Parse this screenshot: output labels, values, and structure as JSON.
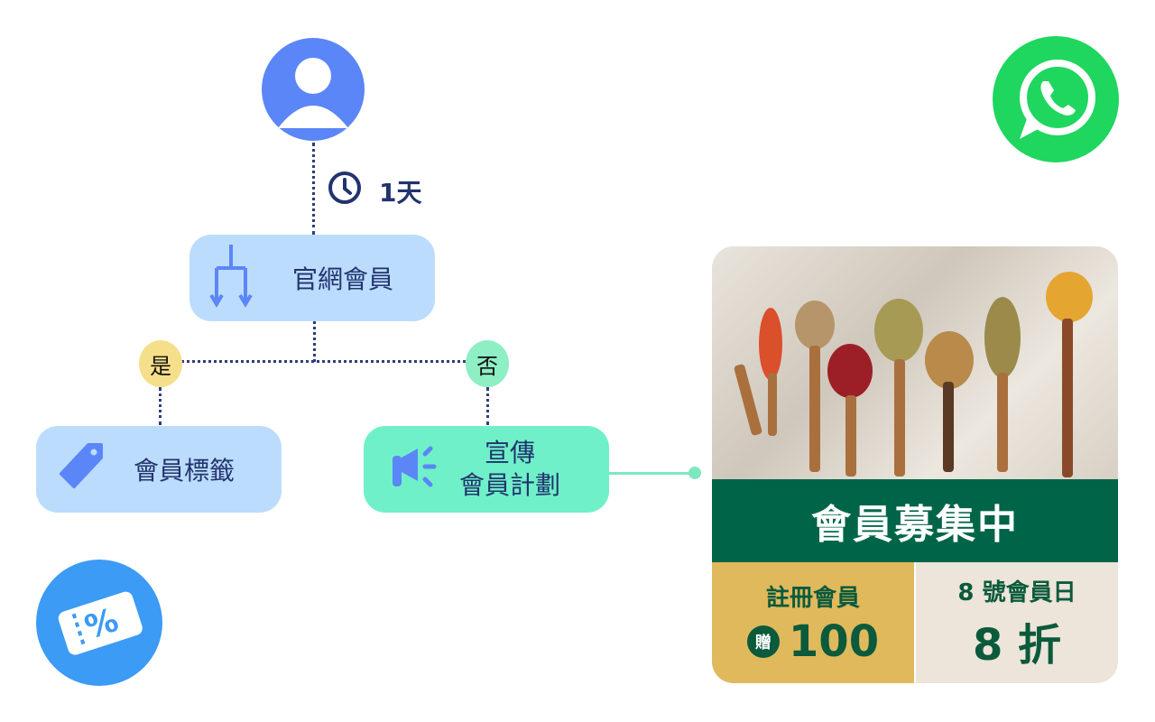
{
  "flow": {
    "delay_label": "1天",
    "condition_node": "官網會員",
    "yes_label": "是",
    "no_label": "否",
    "yes_node": "會員標籤",
    "no_node_line1": "宣傳",
    "no_node_line2": "會員計劃"
  },
  "card": {
    "headline": "會員募集中",
    "left_title": "註冊會員",
    "gift_badge": "贈",
    "gift_value": "100",
    "right_title": "8 號會員日",
    "right_value": "8 折"
  },
  "colors": {
    "avatar": "#5b86f7",
    "whatsapp": "#1fd65f",
    "coupon": "#3b9bf5",
    "card_green": "#006548",
    "card_gold": "#e0b95c",
    "card_cream": "#ede4da"
  }
}
